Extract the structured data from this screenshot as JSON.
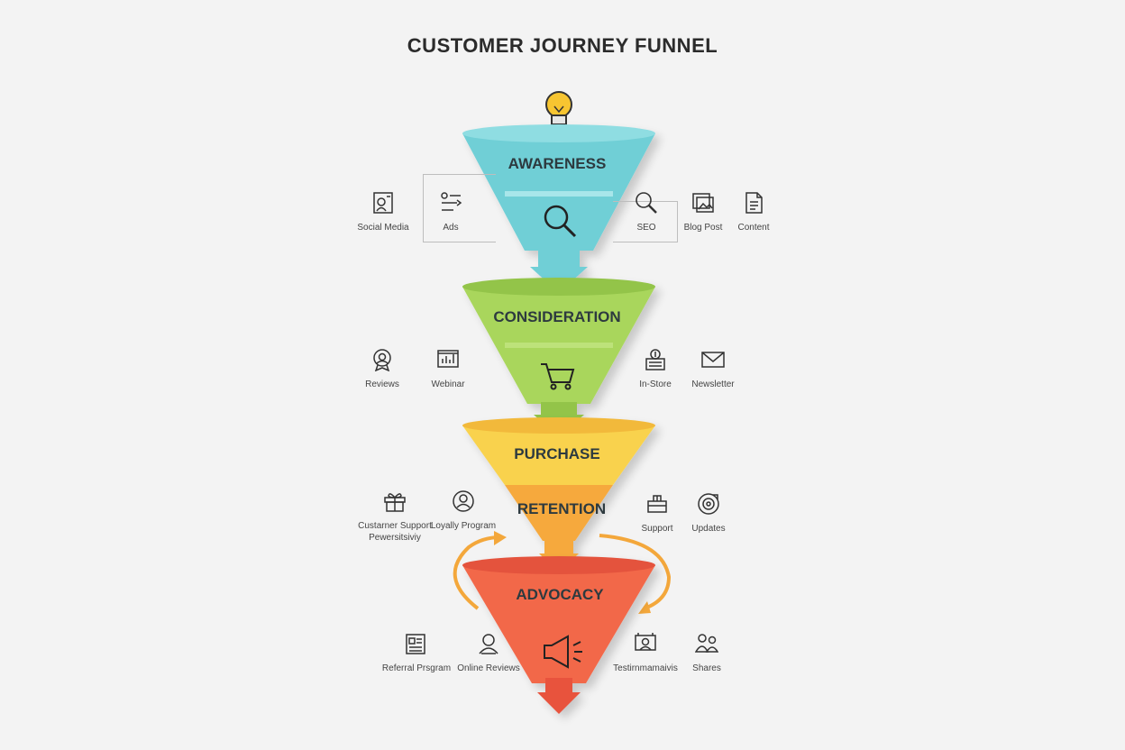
{
  "title": "CUSTOMER JOURNEY FUNNEL",
  "colors": {
    "awareness": "#6fcfd6",
    "consideration": "#a9d65c",
    "purchase": "#f9d24d",
    "retention": "#f6a93d",
    "advocacy": "#f2684a",
    "loop_arrows": "#f3a73b"
  },
  "stages": [
    {
      "label": "AWARENESS",
      "icon": "magnifier-icon"
    },
    {
      "label": "CONSIDERATION",
      "icon": "shopping-cart-icon"
    },
    {
      "label": "PURCHASE",
      "icon": ""
    },
    {
      "label": "RETENTION",
      "icon": ""
    },
    {
      "label": "ADVOCACY",
      "icon": "megaphone-icon"
    }
  ],
  "top_icon": "lightbulb-icon",
  "channels": {
    "awareness": [
      {
        "label": "Social Media",
        "icon": "social-profile-icon"
      },
      {
        "label": "Ads",
        "icon": "ads-sliders-icon"
      },
      {
        "label": "SEO",
        "icon": "search-icon"
      },
      {
        "label": "Blog Post",
        "icon": "blog-image-icon"
      },
      {
        "label": "Content",
        "icon": "document-icon"
      }
    ],
    "consideration": [
      {
        "label": "Reviews",
        "icon": "badge-icon"
      },
      {
        "label": "Webinar",
        "icon": "presentation-chart-icon"
      },
      {
        "label": "In-Store",
        "icon": "store-register-icon"
      },
      {
        "label": "Newsletter",
        "icon": "envelope-icon"
      }
    ],
    "retention": [
      {
        "label": "Custarner Support",
        "label2": "Pewersitsiviy",
        "icon": "gift-icon"
      },
      {
        "label": "Loyally Program",
        "icon": "user-badge-icon"
      },
      {
        "label": "Support",
        "icon": "support-box-icon"
      },
      {
        "label": "Updates",
        "icon": "target-icon"
      }
    ],
    "advocacy": [
      {
        "label": "Referral Prsgram",
        "icon": "referral-doc-icon"
      },
      {
        "label": "Online Reviews",
        "icon": "user-review-icon"
      },
      {
        "label": "Testirnmamaivis",
        "icon": "testimonial-icon"
      },
      {
        "label": "Shares",
        "icon": "people-share-icon"
      }
    ]
  }
}
